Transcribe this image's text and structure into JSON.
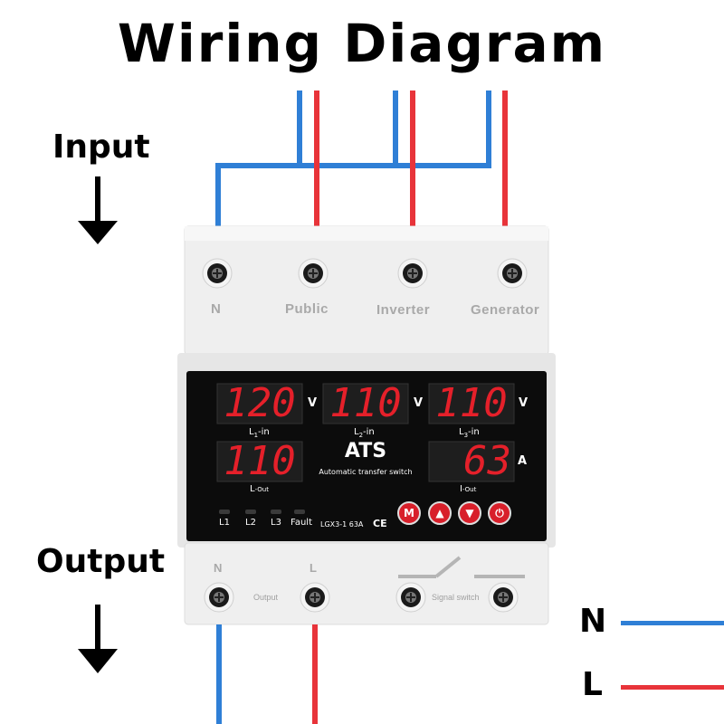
{
  "title": "Wiring Diagram",
  "input_label": "Input",
  "output_label": "Output",
  "top_terminals": [
    "N",
    "Public",
    "Inverter",
    "Generator"
  ],
  "displays": [
    {
      "value": "120",
      "unit": "V",
      "label_main": "L",
      "label_sub": "1",
      "label_tail": "-in"
    },
    {
      "value": "110",
      "unit": "V",
      "label_main": "L",
      "label_sub": "2",
      "label_tail": "-in"
    },
    {
      "value": "110",
      "unit": "V",
      "label_main": "L",
      "label_sub": "3",
      "label_tail": "-in"
    },
    {
      "value": "110",
      "unit": "",
      "label_main": "L",
      "label_sub": "",
      "label_tail": "-Out"
    },
    {
      "value": "63",
      "unit": "A",
      "label_main": "I",
      "label_sub": "",
      "label_tail": "-Out"
    }
  ],
  "ats": {
    "name": "ATS",
    "subtitle": "Automatic transfer switch"
  },
  "leds": [
    "L1",
    "L2",
    "L3",
    "Fault"
  ],
  "model": "LGX3-1 63A",
  "ce_mark": "CE",
  "buttons": [
    "M",
    "▲",
    "▼",
    "⏻"
  ],
  "bottom_terminals": {
    "n": "N",
    "l": "L",
    "output": "Output",
    "signal": "Signal switch"
  },
  "legend": [
    {
      "letter": "N",
      "color": "#2f7fd6"
    },
    {
      "letter": "L",
      "color": "#e8343a"
    }
  ],
  "colors": {
    "neutral_wire": "#2f7fd6",
    "line_wire": "#e8343a",
    "panel": "#0c0c0c",
    "display_digit": "#e5202a"
  }
}
